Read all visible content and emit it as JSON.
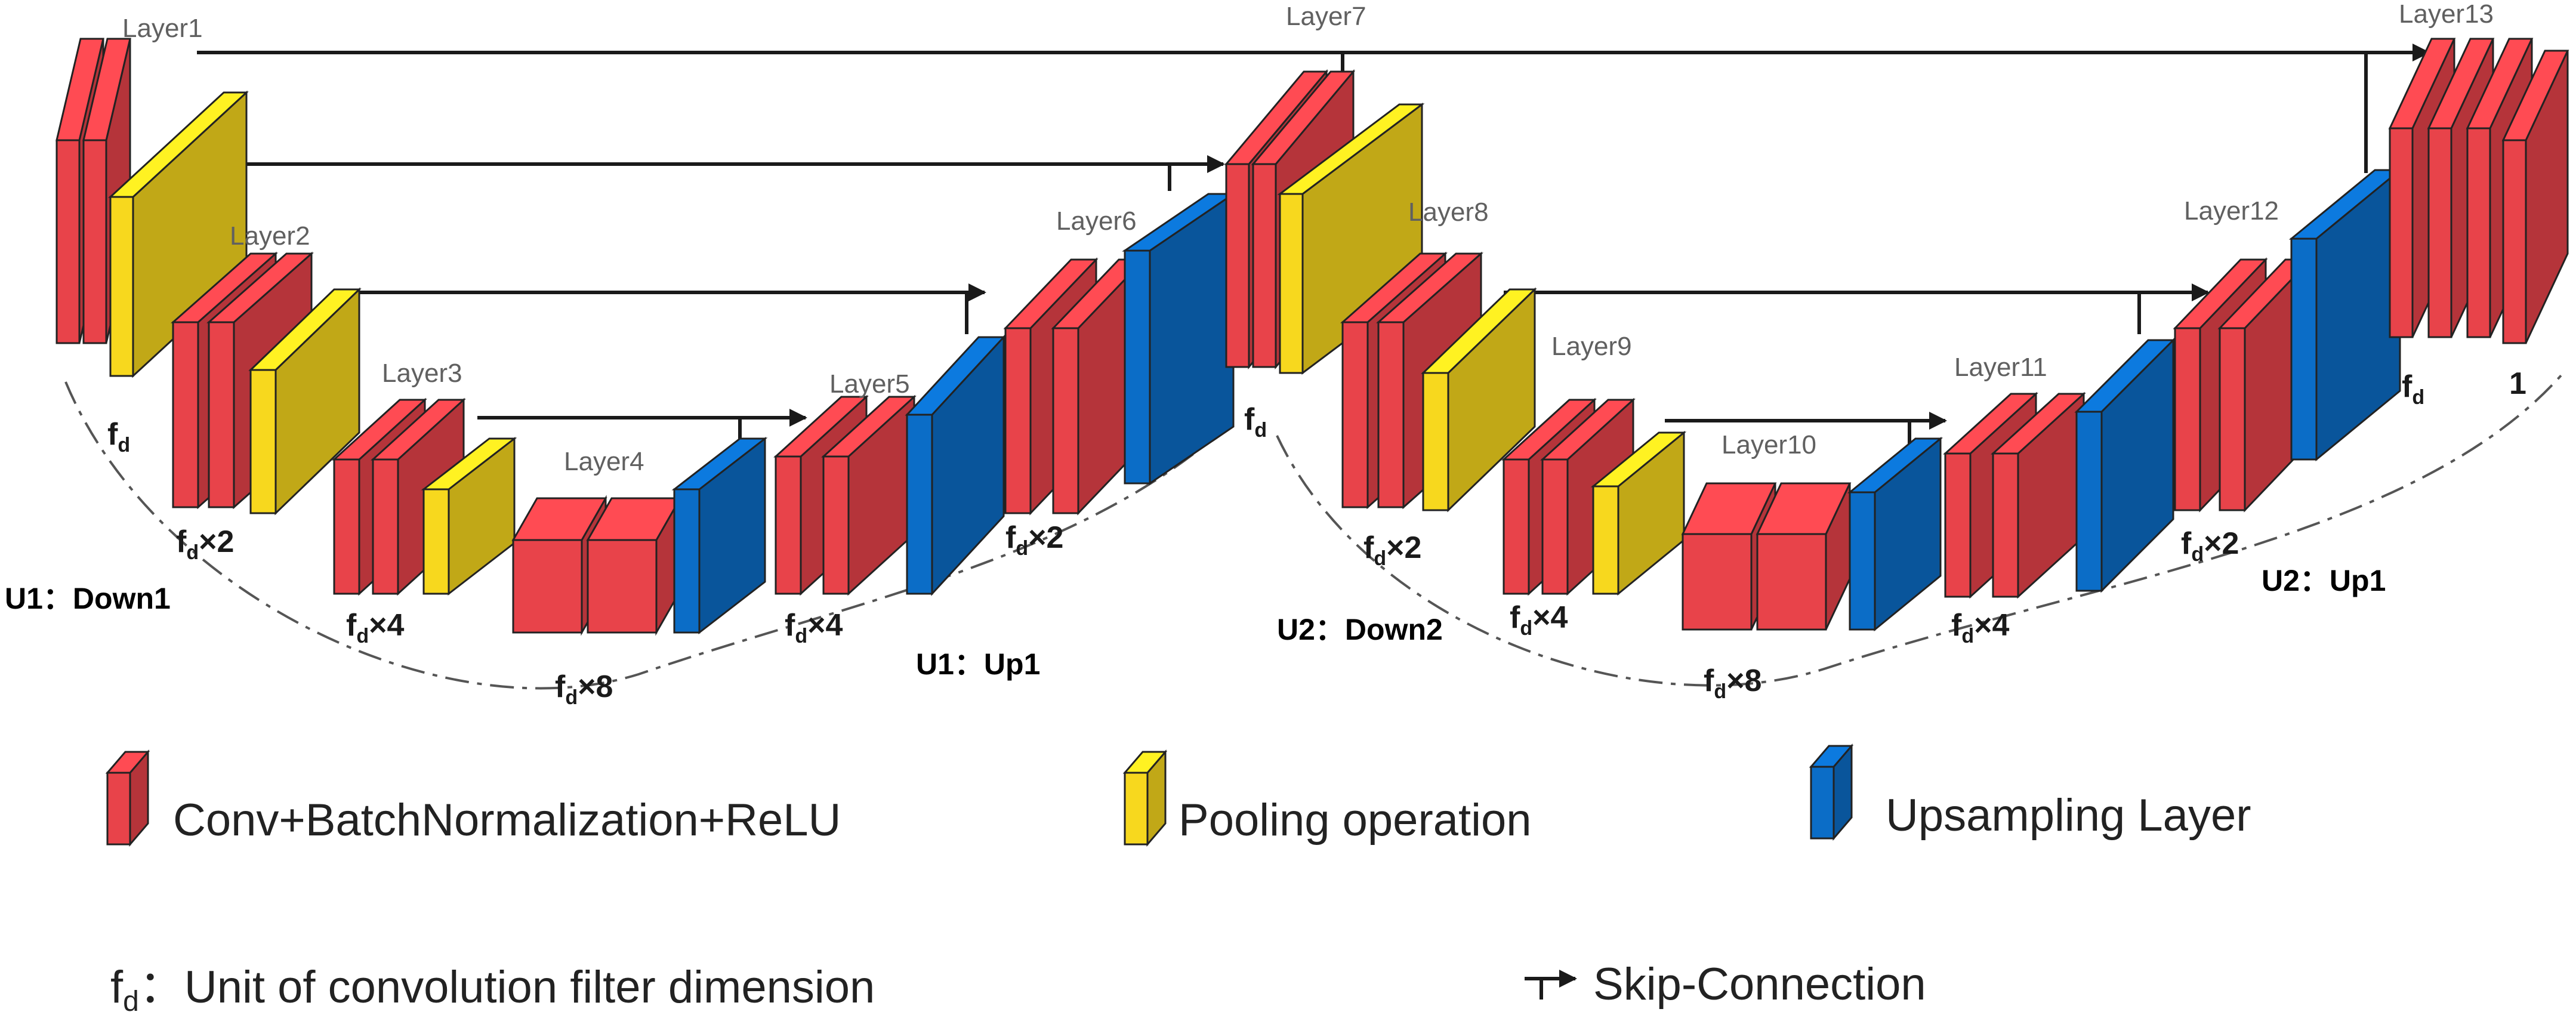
{
  "colors": {
    "conv": "#E8434A",
    "pool": "#F7D81E",
    "upsample": "#0B6DC7",
    "arrow": "#1A1A1A",
    "arc": "#555555"
  },
  "layers": {
    "l1": "Layer1",
    "l2": "Layer2",
    "l3": "Layer3",
    "l4": "Layer4",
    "l5": "Layer5",
    "l6": "Layer6",
    "l7": "Layer7",
    "l8": "Layer8",
    "l9": "Layer9",
    "l10": "Layer10",
    "l11": "Layer11",
    "l12": "Layer12",
    "l13": "Layer13"
  },
  "dims": {
    "d1_sub": "d",
    "x2": "×2",
    "x4": "×4",
    "x8": "×8",
    "f": "f",
    "one": "1"
  },
  "stages": {
    "u1_down": "U1：Down1",
    "u1_up": "U1：Up1",
    "u2_down": "U2：Down2",
    "u2_up": "U2：Up1"
  },
  "legend": {
    "conv": "Conv+BatchNormalization+ReLU",
    "pool": "Pooling operation",
    "upsample": "Upsampling Layer",
    "fd_prefix": "f",
    "fd_sub": "d",
    "fd_desc": "：Unit of convolution filter dimension",
    "skip": "Skip-Connection"
  }
}
